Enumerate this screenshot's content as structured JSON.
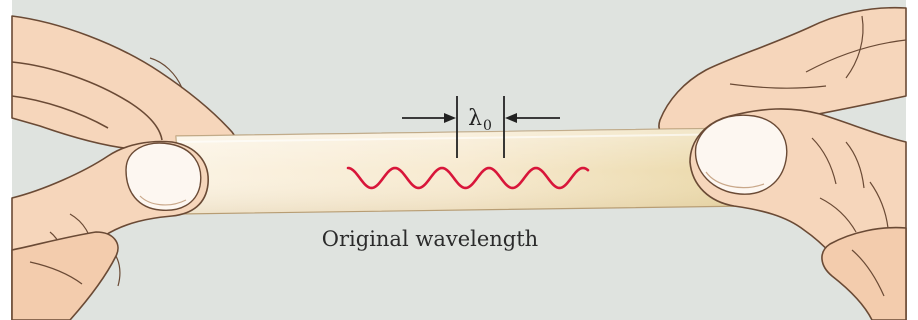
{
  "diagram": {
    "wavelength_symbol": "λ",
    "wavelength_subscript": "0",
    "caption": "Original wavelength"
  },
  "colors": {
    "background": "#dfe3df",
    "band_light": "#fbf2df",
    "band_dark": "#ecdcae",
    "skin": "#f6d6bb",
    "skin_shadow": "#e7b894",
    "outline": "#6a4a35",
    "wave": "#d8163a",
    "marker": "#222222"
  }
}
